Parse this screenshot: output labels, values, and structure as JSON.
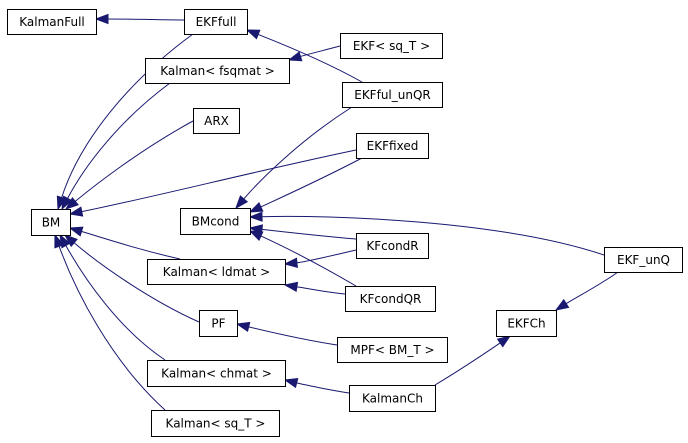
{
  "diagram": {
    "kind": "class-inheritance-graph",
    "colors": {
      "edge": "#191970",
      "arrowhead": "#191970",
      "node_border": "#000000",
      "node_fill": "#ffffff",
      "text": "#000000"
    },
    "nodes": [
      {
        "id": "KalmanFull",
        "label": "KalmanFull"
      },
      {
        "id": "EKFfull",
        "label": "EKFfull"
      },
      {
        "id": "EKF_sq_T",
        "label": "EKF< sq_T >"
      },
      {
        "id": "Kalman_fsqmat",
        "label": "Kalman< fsqmat >"
      },
      {
        "id": "EKFful_unQR",
        "label": "EKFful_unQR"
      },
      {
        "id": "ARX",
        "label": "ARX"
      },
      {
        "id": "EKFfixed",
        "label": "EKFfixed"
      },
      {
        "id": "BM",
        "label": "BM"
      },
      {
        "id": "BMcond",
        "label": "BMcond"
      },
      {
        "id": "KFcondR",
        "label": "KFcondR"
      },
      {
        "id": "Kalman_ldmat",
        "label": "Kalman< ldmat >"
      },
      {
        "id": "EKF_unQ",
        "label": "EKF_unQ"
      },
      {
        "id": "KFcondQR",
        "label": "KFcondQR"
      },
      {
        "id": "EKFCh",
        "label": "EKFCh"
      },
      {
        "id": "PF",
        "label": "PF"
      },
      {
        "id": "MPF_BM_T",
        "label": "MPF< BM_T >"
      },
      {
        "id": "Kalman_chmat",
        "label": "Kalman< chmat >"
      },
      {
        "id": "KalmanCh",
        "label": "KalmanCh"
      },
      {
        "id": "Kalman_sq_T",
        "label": "Kalman< sq_T >"
      }
    ],
    "edges": [
      {
        "from": "EKFfull",
        "to": "KalmanFull"
      },
      {
        "from": "EKFful_unQR",
        "to": "EKFfull"
      },
      {
        "from": "EKF_sq_T",
        "to": "Kalman_fsqmat"
      },
      {
        "from": "EKFful_unQR",
        "to": "BMcond"
      },
      {
        "from": "EKFfixed",
        "to": "BM"
      },
      {
        "from": "EKFfixed",
        "to": "BMcond"
      },
      {
        "from": "KFcondR",
        "to": "BMcond"
      },
      {
        "from": "KFcondR",
        "to": "Kalman_ldmat"
      },
      {
        "from": "KFcondQR",
        "to": "BMcond"
      },
      {
        "from": "KFcondQR",
        "to": "Kalman_ldmat"
      },
      {
        "from": "EKF_unQ",
        "to": "BMcond"
      },
      {
        "from": "EKF_unQ",
        "to": "EKFCh"
      },
      {
        "from": "KalmanCh",
        "to": "EKFCh"
      },
      {
        "from": "MPF_BM_T",
        "to": "PF"
      },
      {
        "from": "KalmanCh",
        "to": "Kalman_chmat"
      },
      {
        "from": "EKFfull",
        "to": "BM"
      },
      {
        "from": "Kalman_fsqmat",
        "to": "BM"
      },
      {
        "from": "ARX",
        "to": "BM"
      },
      {
        "from": "Kalman_ldmat",
        "to": "BM"
      },
      {
        "from": "PF",
        "to": "BM"
      },
      {
        "from": "Kalman_chmat",
        "to": "BM"
      },
      {
        "from": "Kalman_sq_T",
        "to": "BM"
      }
    ]
  }
}
